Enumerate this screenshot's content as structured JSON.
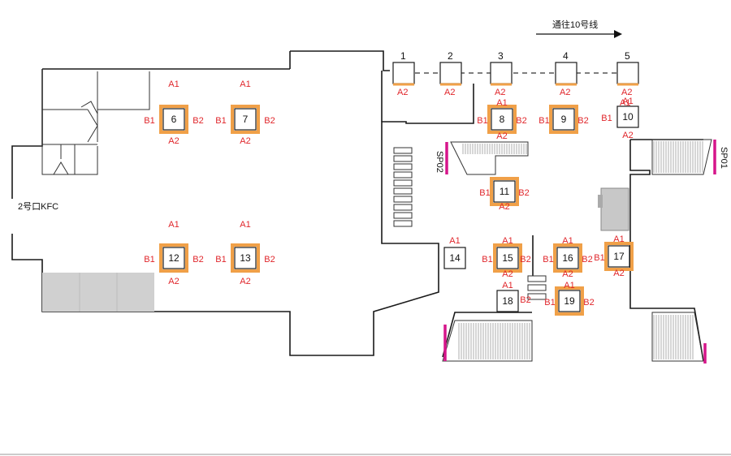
{
  "direction_label": "通往10号线",
  "exit_label": "2号口KFC",
  "sp_labels": [
    "SP01",
    "SP02"
  ],
  "top_row_numbers": [
    "1",
    "2",
    "3",
    "4",
    "5"
  ],
  "pillars": [
    {
      "id": "6",
      "faces": [
        "A1",
        "B1",
        "B2",
        "A2"
      ]
    },
    {
      "id": "7",
      "faces": [
        "A1",
        "B1",
        "B2",
        "A2"
      ]
    },
    {
      "id": "8",
      "faces": [
        "A1",
        "B1",
        "B2",
        "A2"
      ]
    },
    {
      "id": "9",
      "faces": [
        "B1",
        "B2"
      ]
    },
    {
      "id": "10",
      "faces": [
        "A1",
        "B1",
        "A2"
      ]
    },
    {
      "id": "11",
      "faces": [
        "B1",
        "B2",
        "A2"
      ]
    },
    {
      "id": "12",
      "faces": [
        "A1",
        "B1",
        "B2",
        "A2"
      ]
    },
    {
      "id": "13",
      "faces": [
        "A1",
        "B1",
        "B2",
        "A2"
      ]
    },
    {
      "id": "14",
      "faces": [
        "A1"
      ]
    },
    {
      "id": "15",
      "faces": [
        "A1",
        "B1",
        "B2",
        "A2"
      ]
    },
    {
      "id": "16",
      "faces": [
        "A1",
        "B1",
        "B2",
        "A2"
      ]
    },
    {
      "id": "17",
      "faces": [
        "A1",
        "B1",
        "A2"
      ]
    },
    {
      "id": "18",
      "faces": [
        "A1",
        "B2"
      ]
    },
    {
      "id": "19",
      "faces": [
        "A1",
        "B1",
        "B2"
      ]
    }
  ],
  "top_pillar_faces": [
    "A2",
    "A2",
    "A2",
    "A2",
    "A2"
  ],
  "top_pillar_5_extra": "A1",
  "colors": {
    "wall": "#1a1a1a",
    "orange": "#f0a048",
    "red": "#e0262b",
    "magenta": "#d6158a",
    "gray": "#d0d0d0"
  }
}
